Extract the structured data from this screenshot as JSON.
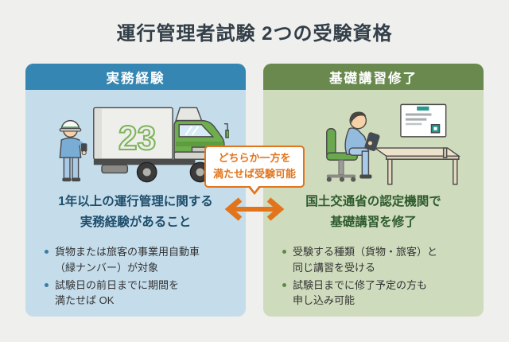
{
  "title": "運行管理者試験 2つの受験資格",
  "bubble": {
    "line1": "どちらか一方を",
    "line2": "満たせば受験可能"
  },
  "cards": {
    "left": {
      "header": "実務経験",
      "illustration": "worker-with-green-truck",
      "truck_box_label": "23",
      "main": {
        "line1": "1年以上の運行管理に関する",
        "line2": "実務経験があること"
      },
      "bullets": [
        {
          "line1": "貨物または旅客の事業用自動車",
          "line2": "（緑ナンバー）が対象"
        },
        {
          "line1": "試験日の前日までに期間を",
          "line2": "満たせば OK"
        }
      ]
    },
    "right": {
      "header": "基礎講習修了",
      "illustration": "person-studying-at-desk",
      "main": {
        "line1": "国土交通省の認定機関で",
        "line2": "基礎講習を修了"
      },
      "bullets": [
        {
          "line1": "受験する種類（貨物・旅客）と",
          "line2": "同じ講習を受ける"
        },
        {
          "line1": "試験日までに修了予定の方も",
          "line2": "申し込み可能"
        }
      ]
    }
  },
  "colors": {
    "page_bg": "#efefed",
    "title_text": "#323e48",
    "left_header_bg": "#3586b2",
    "left_body_bg": "#c5ddeb",
    "left_accent_text": "#1d4d6b",
    "left_dot": "#3a7ca8",
    "right_header_bg": "#69894f",
    "right_body_bg": "#cedbbc",
    "right_accent_text": "#2e5b2e",
    "right_dot": "#5d8a48",
    "bullet_text": "#333333",
    "orange_accent": "#e2751c"
  }
}
